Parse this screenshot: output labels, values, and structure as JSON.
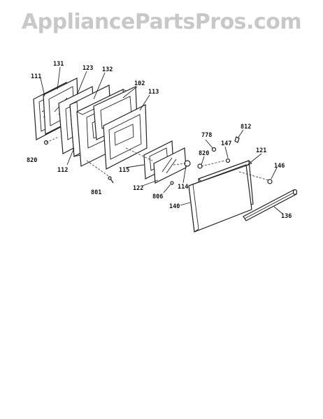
{
  "watermark": "AppliancePartsPros.com",
  "labels": {
    "p111": "111",
    "p131": "131",
    "p123": "123",
    "p132": "132",
    "p102": "102",
    "p113": "113",
    "p820a": "820",
    "p112": "112",
    "p801": "801",
    "p115": "115",
    "p122": "122",
    "p806": "806",
    "p114": "114",
    "p820b": "820",
    "p778": "778",
    "p147": "147",
    "p812": "812",
    "p121": "121",
    "p146": "146",
    "p140": "140",
    "p136": "136"
  }
}
